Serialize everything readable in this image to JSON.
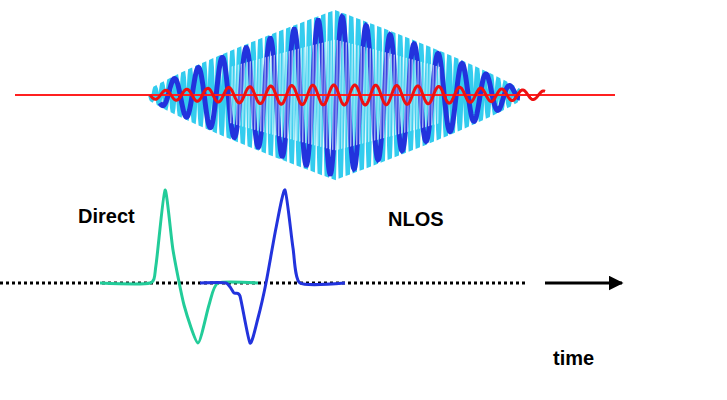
{
  "diagram": {
    "labels": [
      "Direct",
      "NLOS",
      "time"
    ]
  }
}
